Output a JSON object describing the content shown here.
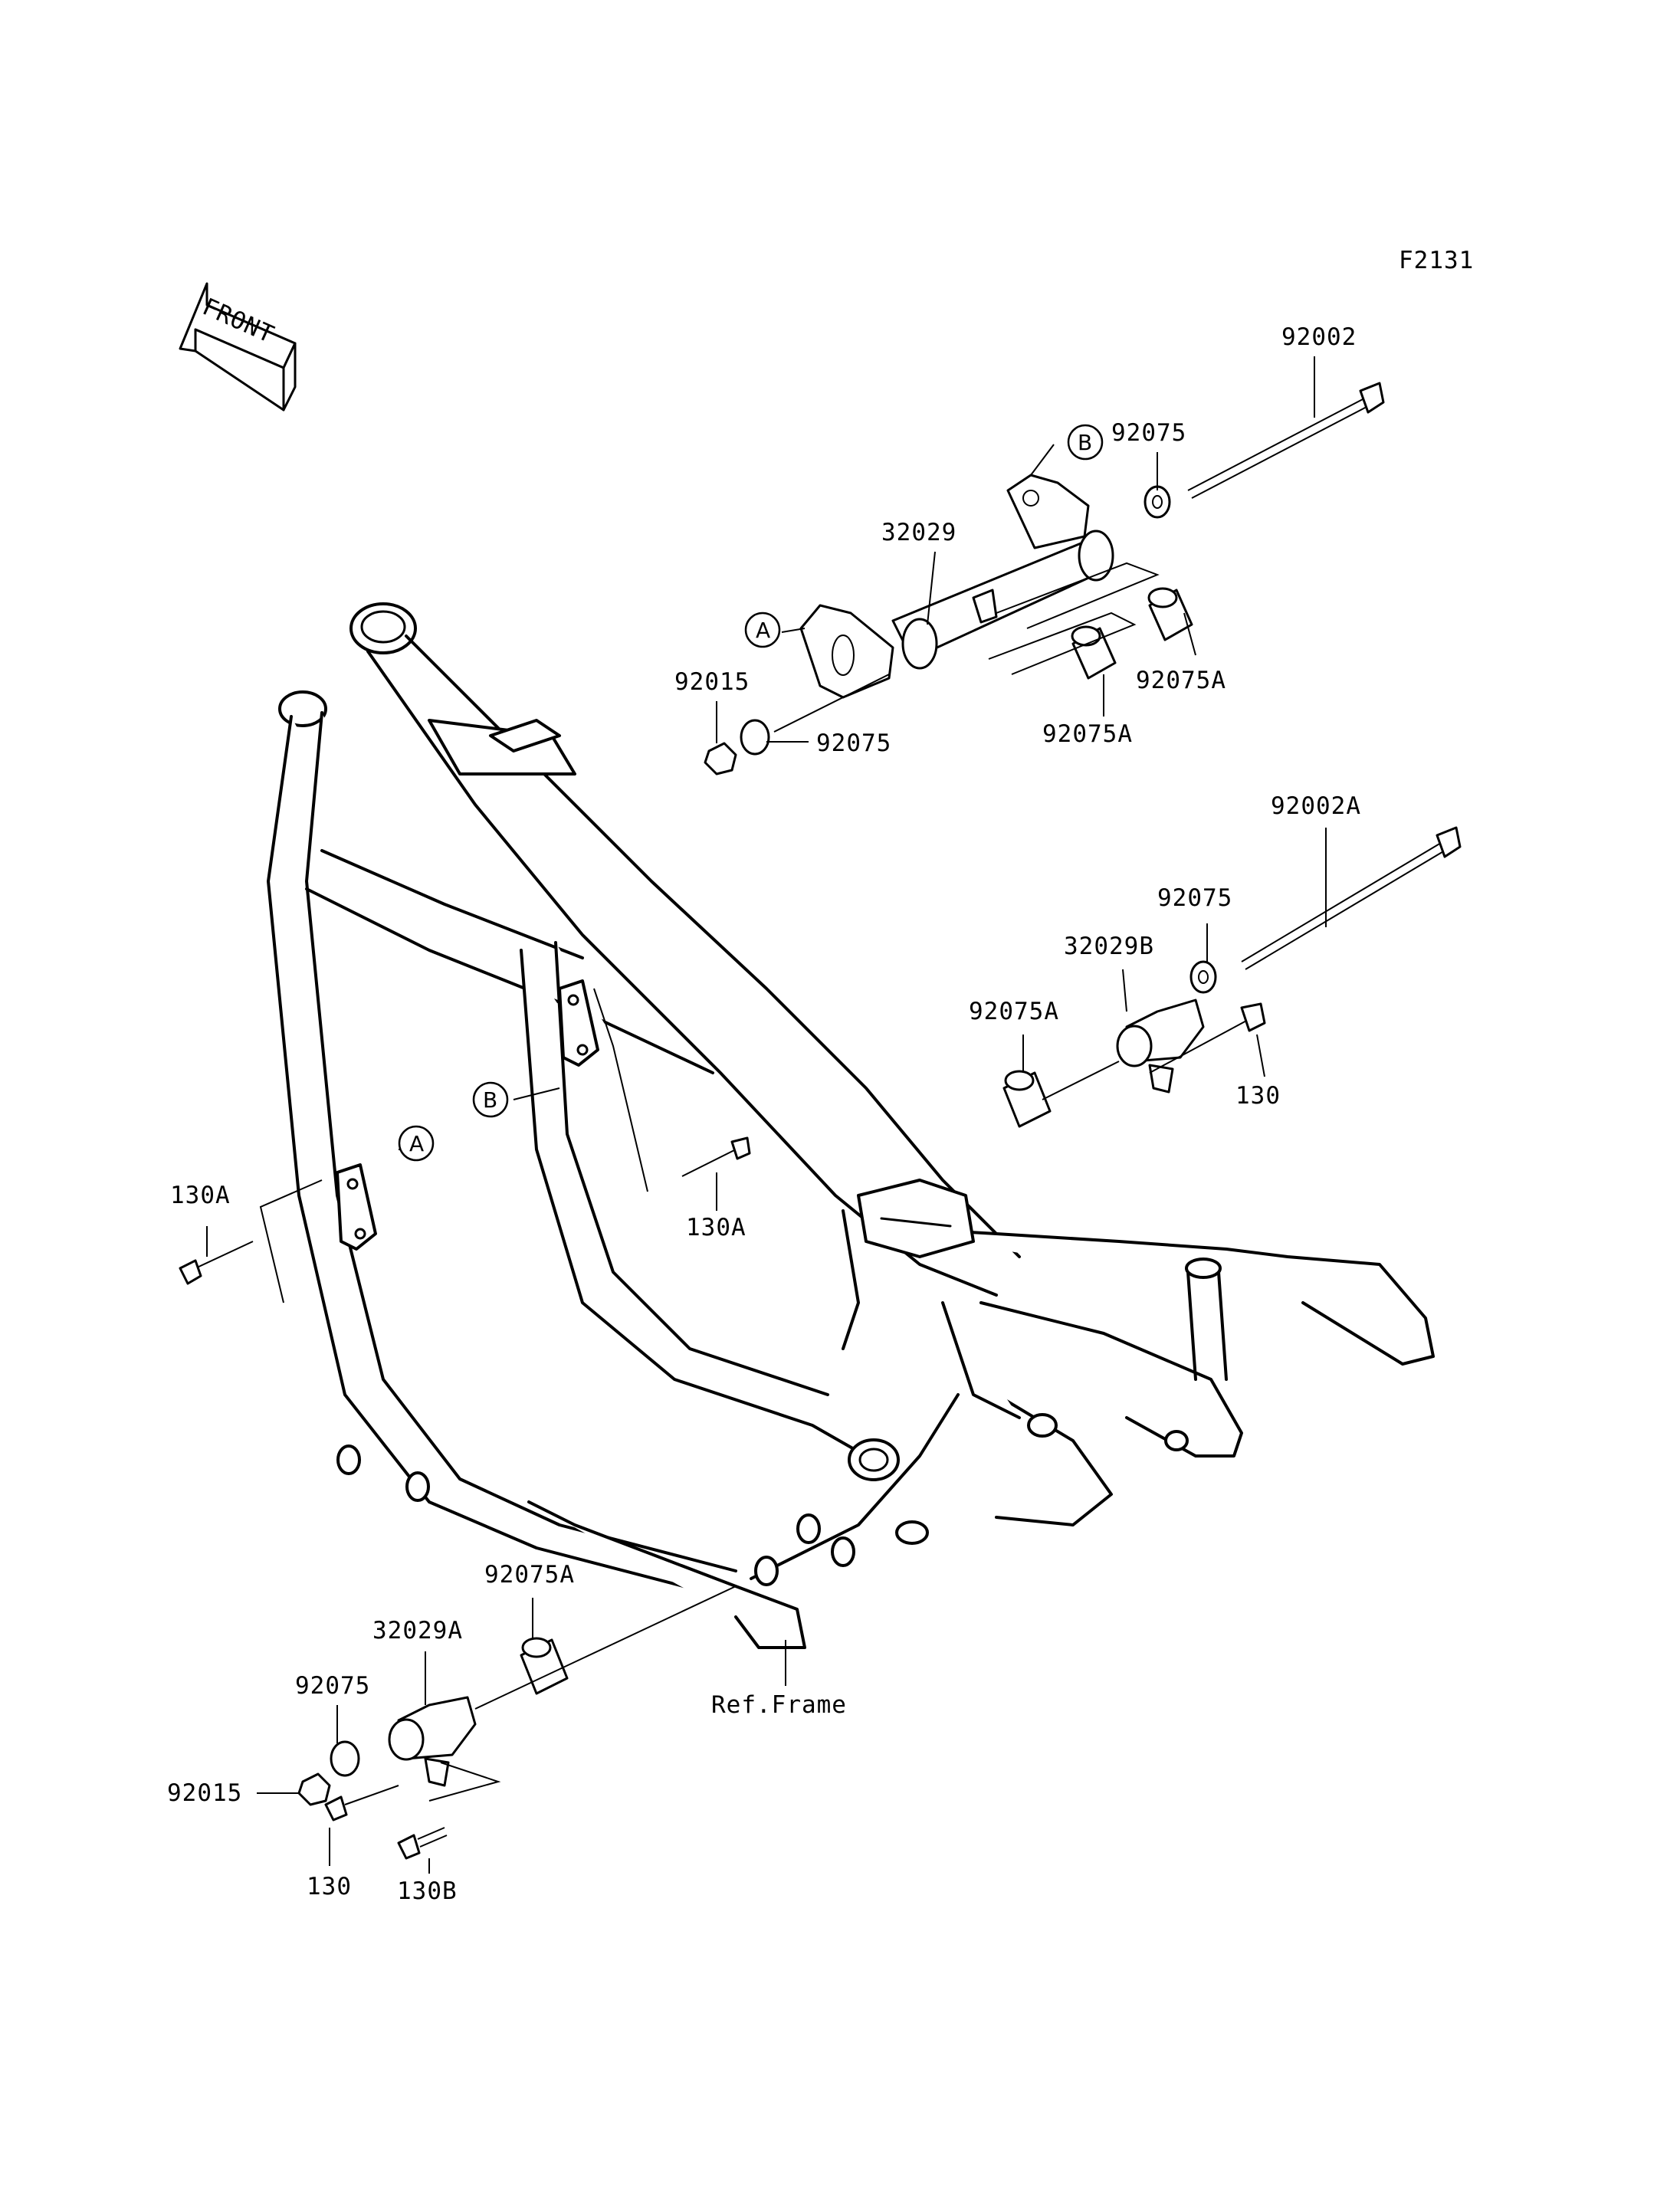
{
  "diagram_code": "F2131",
  "front_arrow": {
    "label": "FRONT",
    "icon": "front-direction-arrow-icon"
  },
  "callouts": {
    "p92002": "92002",
    "p92075_top": "92075",
    "p32029": "32029",
    "p92015_top": "92015",
    "p92075_mid": "92075",
    "p92075A_right": "92075A",
    "p92075A_mid": "92075A",
    "p92002A": "92002A",
    "p92075_right": "92075",
    "p32029B": "32029B",
    "p92075A_rmid": "92075A",
    "p130_right": "130",
    "p130A_left": "130A",
    "p130A_center": "130A",
    "p92075A_bottom": "92075A",
    "p32029A": "32029A",
    "p92075_bottom": "92075",
    "p92015_bottom": "92015",
    "p130_bottom": "130",
    "p130B": "130B",
    "ref_frame": "Ref.Frame"
  },
  "ref_markers": {
    "a_top": "A",
    "b_top": "B",
    "a_frame": "A",
    "b_frame": "B"
  }
}
